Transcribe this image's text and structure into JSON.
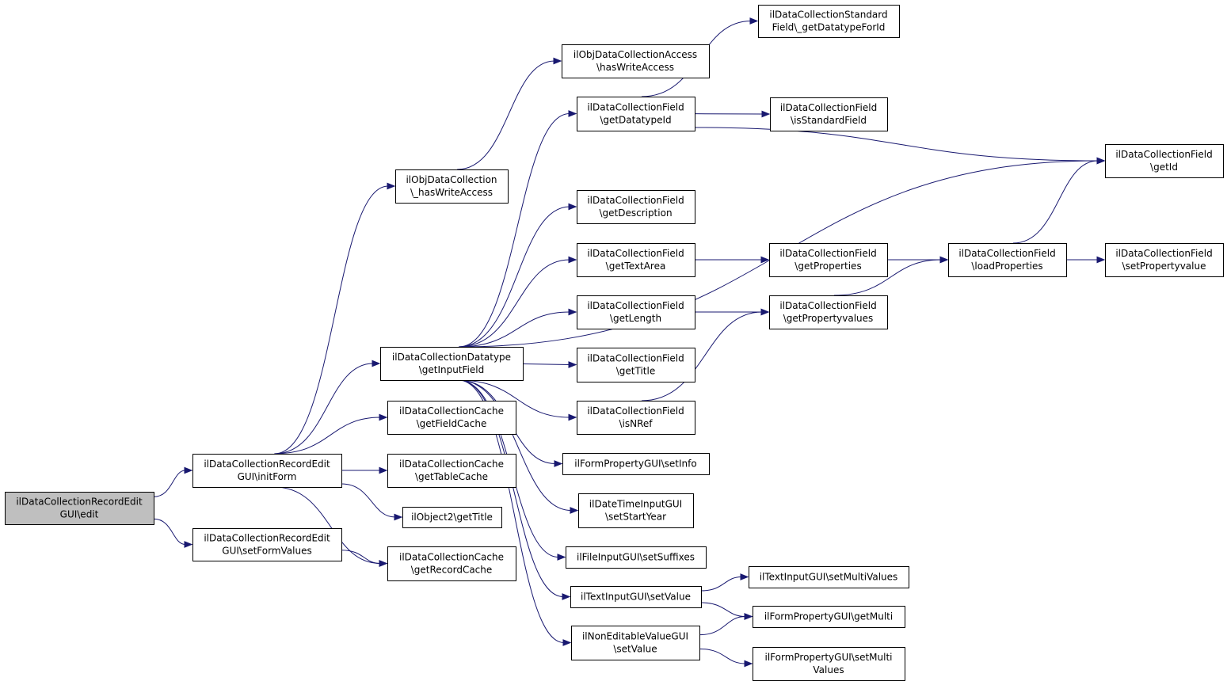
{
  "graph": {
    "nodes": [
      {
        "id": "root",
        "lines": [
          "ilDataCollectionRecordEdit",
          "GUI\\edit"
        ],
        "root": true
      },
      {
        "id": "initForm",
        "lines": [
          "ilDataCollectionRecordEdit",
          "GUI\\initForm"
        ]
      },
      {
        "id": "setFormValues",
        "lines": [
          "ilDataCollectionRecordEdit",
          "GUI\\setFormValues"
        ]
      },
      {
        "id": "hasWriteAccessObj",
        "lines": [
          "ilObjDataCollection",
          "\\_hasWriteAccess"
        ]
      },
      {
        "id": "getInputField",
        "lines": [
          "ilDataCollectionDatatype",
          "\\getInputField"
        ]
      },
      {
        "id": "getFieldCache",
        "lines": [
          "ilDataCollectionCache",
          "\\getFieldCache"
        ]
      },
      {
        "id": "getTableCache",
        "lines": [
          "ilDataCollectionCache",
          "\\getTableCache"
        ]
      },
      {
        "id": "obj2GetTitle",
        "lines": [
          "ilObject2\\getTitle"
        ]
      },
      {
        "id": "getRecordCache",
        "lines": [
          "ilDataCollectionCache",
          "\\getRecordCache"
        ]
      },
      {
        "id": "accessHasWrite",
        "lines": [
          "ilObjDataCollectionAccess",
          "\\hasWriteAccess"
        ]
      },
      {
        "id": "getDatatypeId",
        "lines": [
          "ilDataCollectionField",
          "\\getDatatypeId"
        ]
      },
      {
        "id": "getDescription",
        "lines": [
          "ilDataCollectionField",
          "\\getDescription"
        ]
      },
      {
        "id": "getTextArea",
        "lines": [
          "ilDataCollectionField",
          "\\getTextArea"
        ]
      },
      {
        "id": "getLength",
        "lines": [
          "ilDataCollectionField",
          "\\getLength"
        ]
      },
      {
        "id": "fieldGetTitle",
        "lines": [
          "ilDataCollectionField",
          "\\getTitle"
        ]
      },
      {
        "id": "isNRef",
        "lines": [
          "ilDataCollectionField",
          "\\isNRef"
        ]
      },
      {
        "id": "setInfo",
        "lines": [
          "ilFormPropertyGUI\\setInfo"
        ]
      },
      {
        "id": "setStartYear",
        "lines": [
          "ilDateTimeInputGUI",
          "\\setStartYear"
        ]
      },
      {
        "id": "setSuffixes",
        "lines": [
          "ilFileInputGUI\\setSuffixes"
        ]
      },
      {
        "id": "textSetValue",
        "lines": [
          "ilTextInputGUI\\setValue"
        ]
      },
      {
        "id": "nonEditSetValue",
        "lines": [
          "ilNonEditableValueGUI",
          "\\setValue"
        ]
      },
      {
        "id": "getDatatypeForId",
        "lines": [
          "ilDataCollectionStandard",
          "Field\\_getDatatypeForId"
        ]
      },
      {
        "id": "isStandardField",
        "lines": [
          "ilDataCollectionField",
          "\\isStandardField"
        ]
      },
      {
        "id": "getProperties",
        "lines": [
          "ilDataCollectionField",
          "\\getProperties"
        ]
      },
      {
        "id": "getPropertyvalues",
        "lines": [
          "ilDataCollectionField",
          "\\getPropertyvalues"
        ]
      },
      {
        "id": "setMultiValues",
        "lines": [
          "ilTextInputGUI\\setMultiValues"
        ]
      },
      {
        "id": "getMulti",
        "lines": [
          "ilFormPropertyGUI\\getMulti"
        ]
      },
      {
        "id": "setMulti",
        "lines": [
          "ilFormPropertyGUI\\setMulti",
          "Values"
        ]
      },
      {
        "id": "loadProperties",
        "lines": [
          "ilDataCollectionField",
          "\\loadProperties"
        ]
      },
      {
        "id": "getId",
        "lines": [
          "ilDataCollectionField",
          "\\getId"
        ]
      },
      {
        "id": "setPropertyvalue",
        "lines": [
          "ilDataCollectionField",
          "\\setPropertyvalue"
        ]
      }
    ],
    "edges": [
      {
        "from": "root",
        "to": "initForm"
      },
      {
        "from": "root",
        "to": "setFormValues"
      },
      {
        "from": "initForm",
        "to": "hasWriteAccessObj"
      },
      {
        "from": "initForm",
        "to": "getInputField"
      },
      {
        "from": "initForm",
        "to": "getFieldCache"
      },
      {
        "from": "initForm",
        "to": "getTableCache"
      },
      {
        "from": "initForm",
        "to": "obj2GetTitle"
      },
      {
        "from": "initForm",
        "to": "getRecordCache"
      },
      {
        "from": "setFormValues",
        "to": "getRecordCache"
      },
      {
        "from": "hasWriteAccessObj",
        "to": "accessHasWrite"
      },
      {
        "from": "getInputField",
        "to": "getDatatypeId"
      },
      {
        "from": "getInputField",
        "to": "getId"
      },
      {
        "from": "getInputField",
        "to": "getDescription"
      },
      {
        "from": "getInputField",
        "to": "getTextArea"
      },
      {
        "from": "getInputField",
        "to": "getLength"
      },
      {
        "from": "getInputField",
        "to": "fieldGetTitle"
      },
      {
        "from": "getInputField",
        "to": "isNRef"
      },
      {
        "from": "getInputField",
        "to": "setInfo"
      },
      {
        "from": "getInputField",
        "to": "setStartYear"
      },
      {
        "from": "getInputField",
        "to": "setSuffixes"
      },
      {
        "from": "getInputField",
        "to": "textSetValue"
      },
      {
        "from": "getInputField",
        "to": "nonEditSetValue"
      },
      {
        "from": "getDatatypeId",
        "to": "getDatatypeForId"
      },
      {
        "from": "getDatatypeId",
        "to": "getId"
      },
      {
        "from": "getDatatypeId",
        "to": "isStandardField"
      },
      {
        "from": "getTextArea",
        "to": "getProperties"
      },
      {
        "from": "getLength",
        "to": "getPropertyvalues"
      },
      {
        "from": "isNRef",
        "to": "getPropertyvalues"
      },
      {
        "from": "getProperties",
        "to": "loadProperties"
      },
      {
        "from": "getPropertyvalues",
        "to": "loadProperties"
      },
      {
        "from": "loadProperties",
        "to": "getId"
      },
      {
        "from": "loadProperties",
        "to": "setPropertyvalue"
      },
      {
        "from": "textSetValue",
        "to": "setMultiValues"
      },
      {
        "from": "textSetValue",
        "to": "getMulti"
      },
      {
        "from": "nonEditSetValue",
        "to": "getMulti"
      },
      {
        "from": "nonEditSetValue",
        "to": "setMulti"
      }
    ]
  }
}
